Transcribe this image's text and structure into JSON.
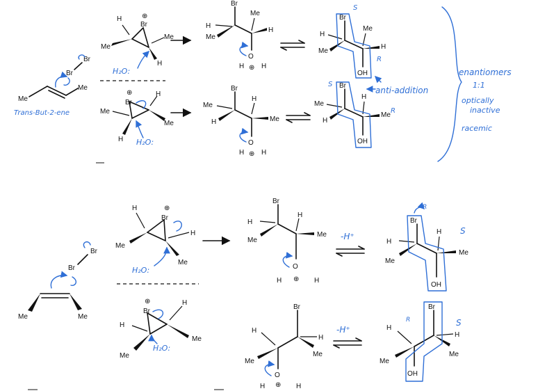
{
  "top": {
    "alkene_label": "Trans-But-2-ene",
    "reagent_br": "Br",
    "reagent_br2": "Br",
    "me_label": "Me",
    "water_top": "H₂O:",
    "water_bottom": "H₂O:",
    "note_anti": "anti-addition",
    "note_enantiomers": "enantiomers",
    "note_ratio": "1:1",
    "note_optically": "optically",
    "note_inactive": "inactive",
    "note_racemic": "racemic",
    "stereo_s1": "S",
    "stereo_r1": "R",
    "stereo_s2": "S",
    "stereo_r2": "R"
  },
  "bottom": {
    "reagent_br": "Br",
    "reagent_br2": "Br",
    "water_top": "H₂O:",
    "water_bottom": "H₂O:",
    "minus_h_top": "-H⁺",
    "minus_h_bottom": "-H⁺",
    "stereo_s_top": "S",
    "stereo_r_top": "R",
    "stereo_s_bottom": "S",
    "stereo_r_bottom": "R"
  },
  "atoms": {
    "Br": "Br",
    "Me": "Me",
    "H": "H",
    "O": "O",
    "OH": "OH",
    "plus": "⊕"
  }
}
